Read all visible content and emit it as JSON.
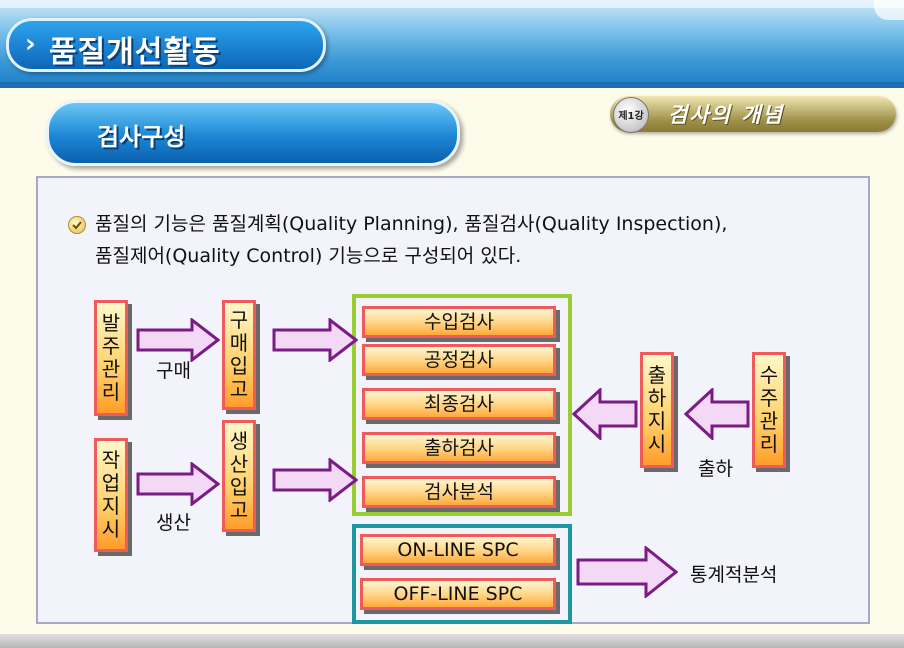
{
  "header": {
    "title": "품질개선활동",
    "chevron": "›"
  },
  "section": {
    "title": "검사구성"
  },
  "lesson": {
    "badge": "제1강",
    "title": "검사의 개념"
  },
  "intro": {
    "line1": "품질의 기능은 품질계획(Quality Planning), 품질검사(Quality Inspection),",
    "line2": "품질제어(Quality Control) 기능으로 구성되어 있다."
  },
  "diagram": {
    "left_sources": [
      "발주관리",
      "작업지시"
    ],
    "left_targets": [
      "구매입고",
      "생산입고"
    ],
    "left_edge_labels": [
      "구매",
      "생산"
    ],
    "inspections": [
      "수입검사",
      "공정검사",
      "최종검사",
      "출하검사",
      "검사분석"
    ],
    "spc": [
      "ON-LINE SPC",
      "OFF-LINE SPC"
    ],
    "right_source": "수주관리",
    "right_target": "출하지시",
    "right_edge_label": "출하",
    "spc_target": "통계적분석"
  },
  "colors": {
    "box_border": "#f05a5a",
    "box_fill_top": "#fff8c8",
    "box_fill_bottom": "#ff9d2a",
    "arrow_fill": "#f3d9f5",
    "arrow_stroke": "#7a1b86",
    "frame_green": "#9acd32",
    "frame_teal": "#1f97a3",
    "header_blue": "#1e7fc6",
    "lesson_gold": "#9d8e47"
  },
  "icons": [
    "chevron-right-icon",
    "checkmark-bullet-icon",
    "block-arrow-icon"
  ]
}
